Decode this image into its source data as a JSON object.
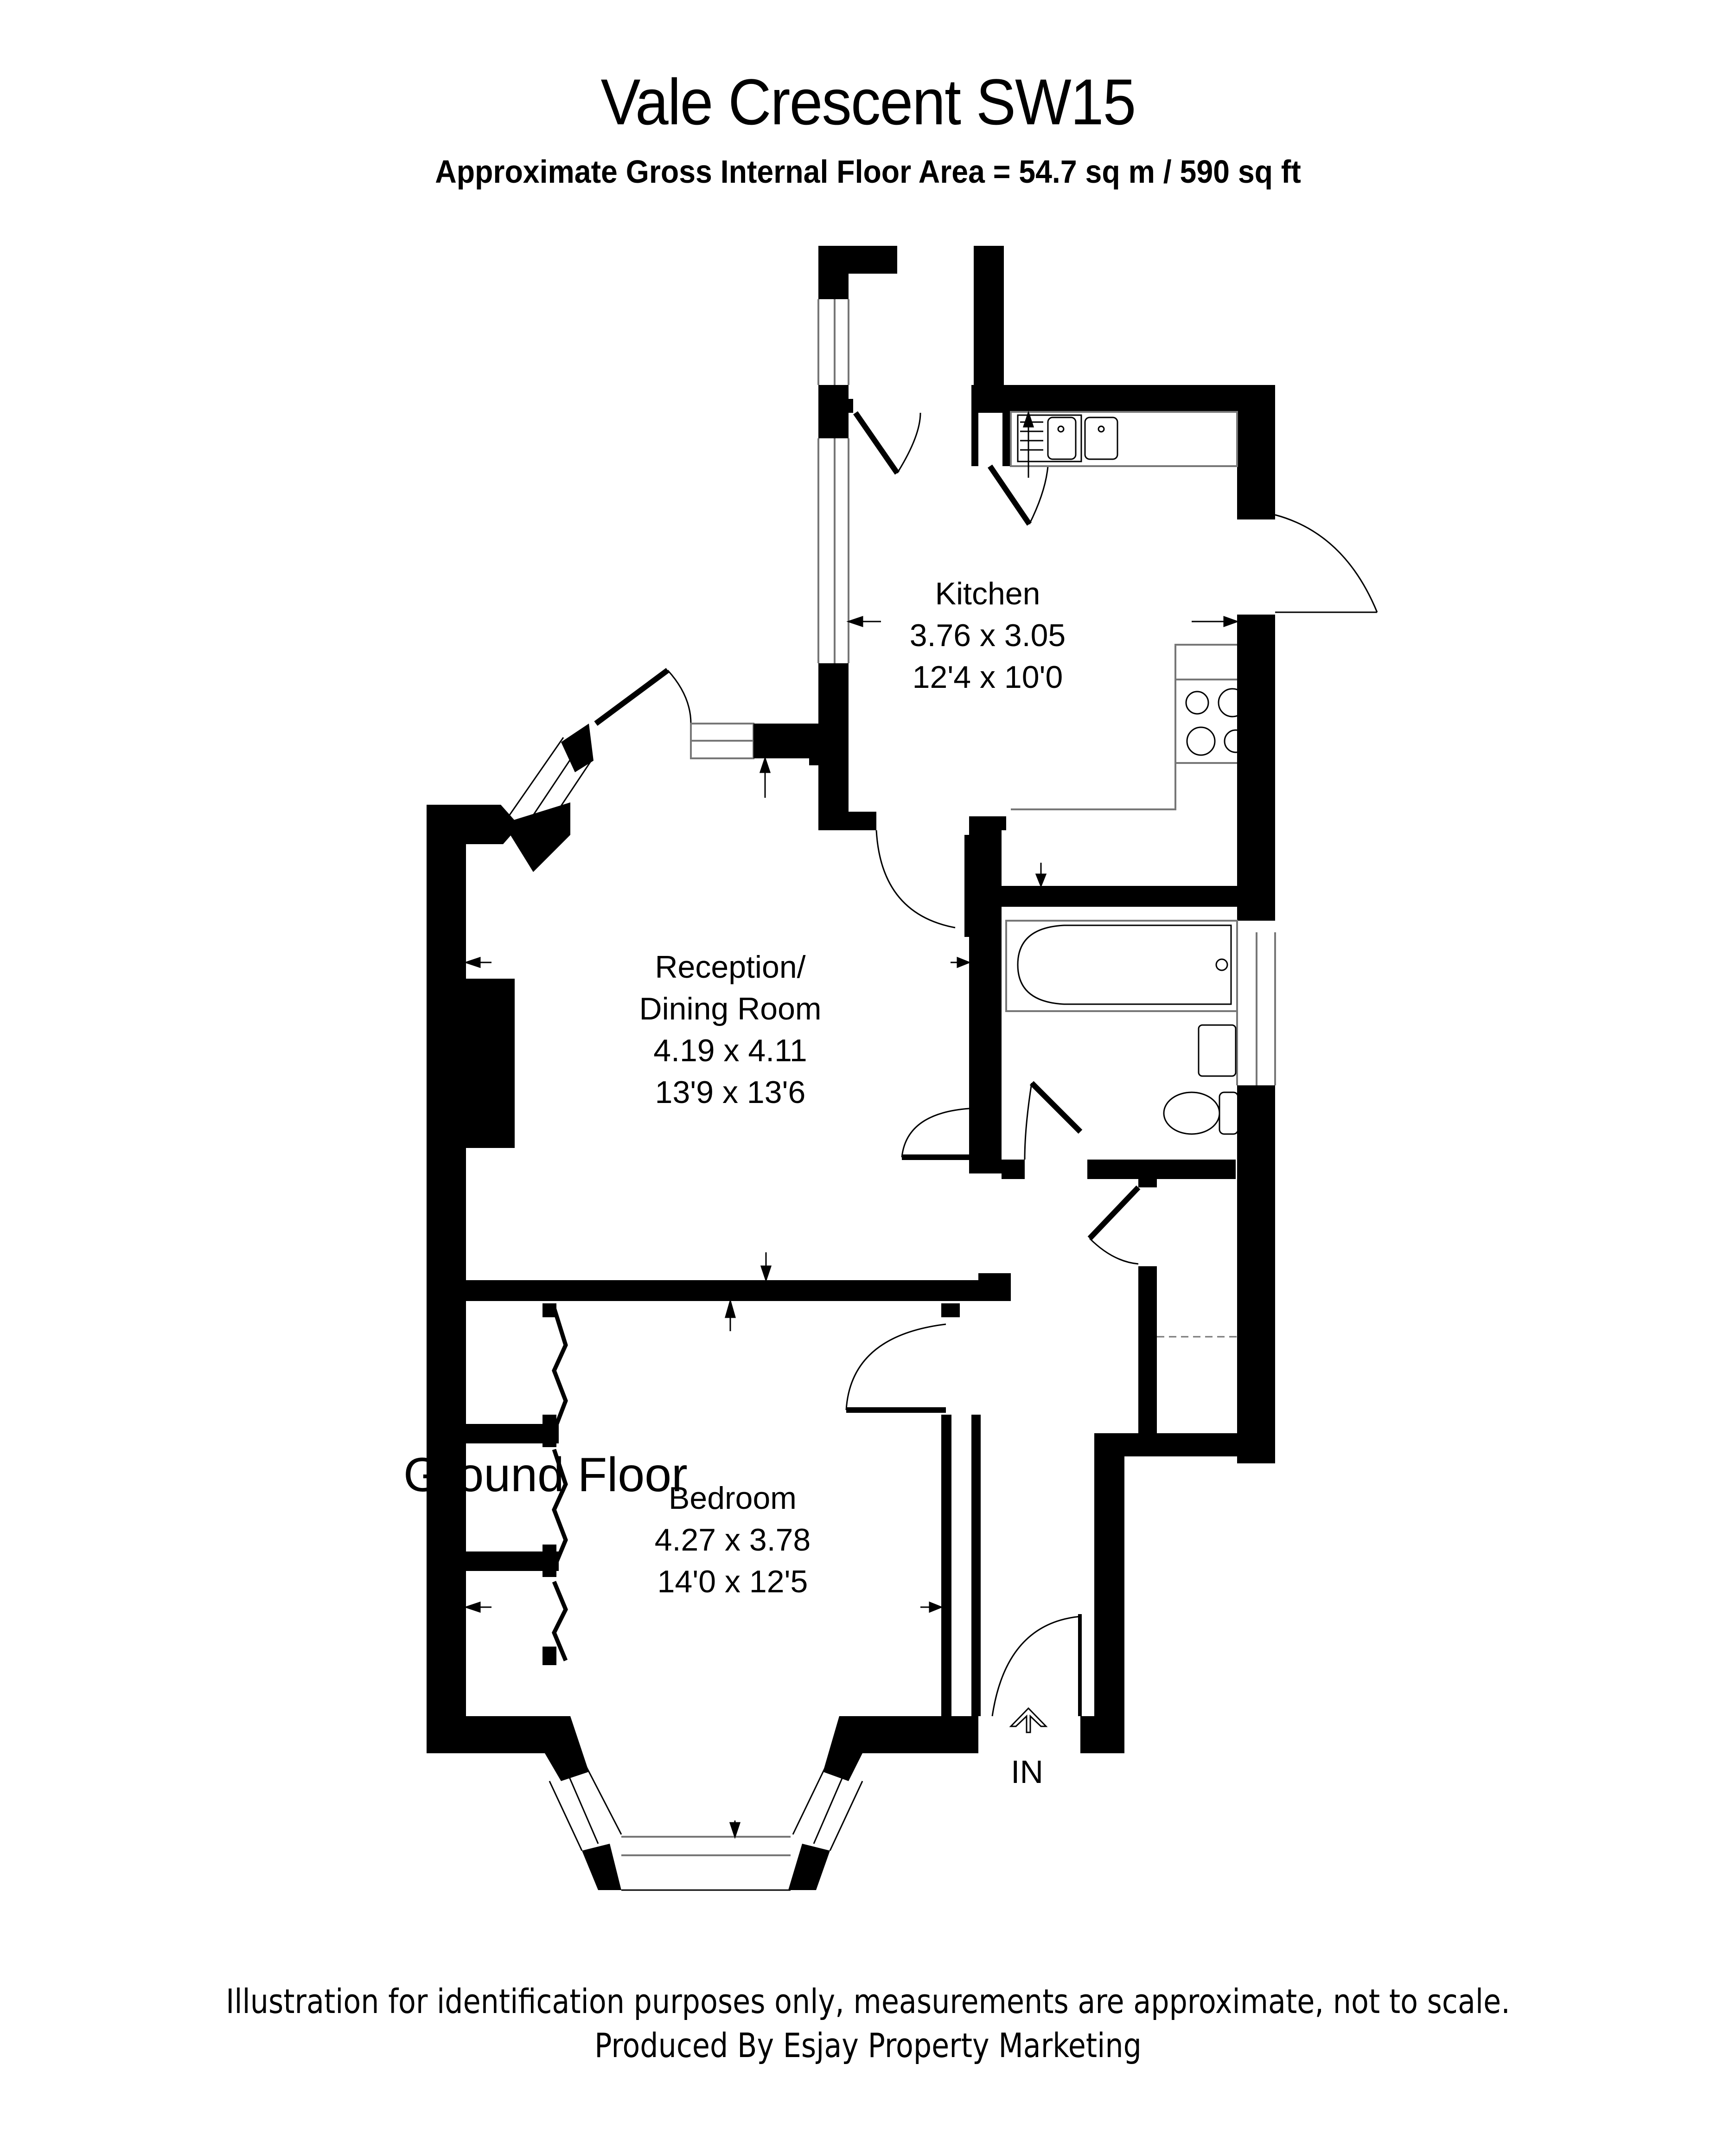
{
  "header": {
    "title": "Vale Crescent SW15",
    "subtitle": "Approximate Gross Internal Floor Area = 54.7 sq m / 590 sq ft"
  },
  "rooms": {
    "kitchen": {
      "name": "Kitchen",
      "metric": "3.76 x 3.05",
      "imperial": "12'4 x 10'0"
    },
    "reception": {
      "name_line1": "Reception/",
      "name_line2": "Dining Room",
      "metric": "4.19 x 4.11",
      "imperial": "13'9 x 13'6"
    },
    "bedroom": {
      "name": "Bedroom",
      "metric": "4.27 x 3.78",
      "imperial": "14'0 x 12'5"
    }
  },
  "entrance": {
    "label": "IN",
    "icon": "up-arrow-icon"
  },
  "floor": {
    "label": "Ground Floor"
  },
  "footer": {
    "disclaimer": "Illustration for identification purposes only, measurements are approximate, not to scale.",
    "producer": "Produced By Esjay Property Marketing"
  },
  "colors": {
    "wall": "#000000",
    "background": "#ffffff",
    "fixture_line": "#777777"
  }
}
